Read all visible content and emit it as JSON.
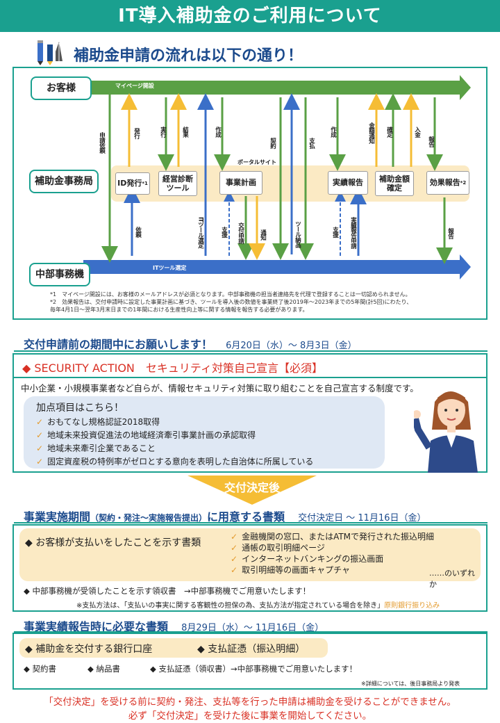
{
  "page": {
    "title": "IT導入補助金のご利用について",
    "flow_heading": "補助金申請の流れは以下の通り！",
    "lanes": {
      "customer": "お客様",
      "office": "補助金事務局",
      "chubu": "中部事務機"
    },
    "top_arrow_label": "マイページ開設",
    "bottom_arrow_label": "ITツール選定",
    "portal_label": "ポータルサイト",
    "nodes": {
      "id": "ID発行",
      "id_note": "*1",
      "diag": "経営診断ツール",
      "plan": "事業計画",
      "report": "実績報告",
      "confirm": "補助金額確定",
      "effect": "効果報告",
      "effect_note": "*2"
    },
    "vlabels": {
      "apply_req": "申請依頼",
      "issue": "発行",
      "run": "実行",
      "result": "結果",
      "make": "作成",
      "contract": "契約",
      "pay": "支払",
      "make2": "作成",
      "amount_notice": "金額通知",
      "confirm": "確定",
      "deposit": "入金",
      "report": "報告",
      "request": "依頼",
      "it_select": "ITツール選定",
      "support": "支援",
      "grant_apply": "交付申請",
      "notice": "通知",
      "tool_deliver": "ツール納品",
      "support2": "支援",
      "result_apply": "実績報告申請",
      "report2": "報告"
    },
    "footnotes": [
      "*1　マイページ開設には、お客様のメールアドレスが必須となります。中部事務機の担当者連絡先を代理で登録することは一切認められません。",
      "*2　効果報告は、交付申請時に設定した事業計画に基づき、ツールを導入後の数値を事業終了後2019年～2023年までの5年間(計5回)にわたり、",
      "毎年4月1日～翌年3月末日までの1年間における生産性向上等に関する情報を報告する必要があります。"
    ],
    "sec1": {
      "heading": "交付申請前の期間中にお願いします！",
      "date": "6月20日（水）～ 8月3日（金）",
      "security_title": "◆ SECURITY ACTION　セキュリティ対策自己宣言【必須】",
      "desc": "中小企業・小規模事業者など自らが、情報セキュリティ対策に取り組むことを自己宣言する制度です。",
      "bubble_title": "加点項目はこちら！",
      "items": [
        "おもてなし規格認証2018取得",
        "地域未来投資促進法の地域経済牽引事業計画の承認取得",
        "地域未来牽引企業であること",
        "固定資産税の特例率がゼロとする意向を表明した自治体に所属している"
      ]
    },
    "decision": "交付決定後",
    "sec2": {
      "heading_a": "事業実施期間",
      "heading_b": "（契約・発注～実施報告提出）",
      "heading_c": "に用意する書類",
      "date": "交付決定日 ～ 11月16日（金）",
      "pay_title": "◆ お客様が支払いをしたことを示す書類",
      "pay_items": [
        "金融機関の窓口、またはATMで発行された振込明細",
        "通帳の取引明細ページ",
        "インターネットバンキングの振込画面",
        "取引明細等の画面キャプチャ"
      ],
      "either": "……のいずれか",
      "receipt": "◆ 中部事務機が受領したことを示す領収書　→中部事務機でご用意いたします！",
      "note_prefix": "※支払方法は、「支払いの事実に関する客観性の担保の為、支払方法が指定されている場合を除き」",
      "note_highlight": "原則銀行振り込み"
    },
    "sec3": {
      "heading": "事業実績報告時に必要な書類",
      "date": "8月29日（水）～ 11月16日（金）",
      "item1": "◆ 補助金を交付する銀行口座",
      "item2": "◆ 支払証憑（振込明細）",
      "item3": "◆ 契約書",
      "item4": "◆ 納品書",
      "item5": "◆ 支払証憑（領収書）→中部事務機でご用意いたします！",
      "note": "※詳細については、後日事務局より発表"
    },
    "warning1": "「交付決定」を受ける前に契約・発注、支払等を行った申請は補助金を受けることができません。",
    "warning2": "必ず「交付決定」を受けた後に事業を開始してください。",
    "colors": {
      "teal": "#1aa08f",
      "navy": "#1b4a8c",
      "green": "#5aa045",
      "blue": "#3b6fc8",
      "yellow": "#f5bd35",
      "red": "#d93024",
      "orange": "#e39a2c"
    }
  }
}
